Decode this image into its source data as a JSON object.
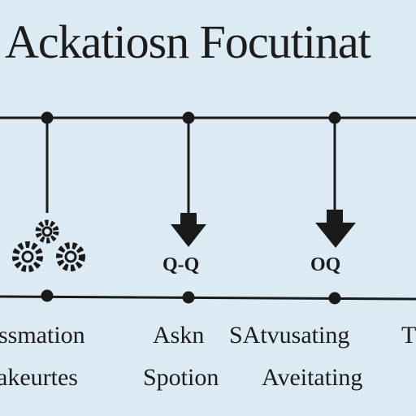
{
  "title": "Ackatiosn Focutinat",
  "labels": {
    "row1": [
      "ssmation",
      "Askn",
      "SAtvusating",
      "T"
    ],
    "row2": [
      "akeurtes",
      "Spotion",
      "Aveitating"
    ]
  },
  "node_glyphs": [
    "Q-Q",
    "OQ"
  ],
  "icons": [
    "gears-icon",
    "down-arrow-icon",
    "down-arrow-icon"
  ],
  "colors": {
    "background": "#dbeaf3",
    "ink": "#1a1a1a"
  }
}
